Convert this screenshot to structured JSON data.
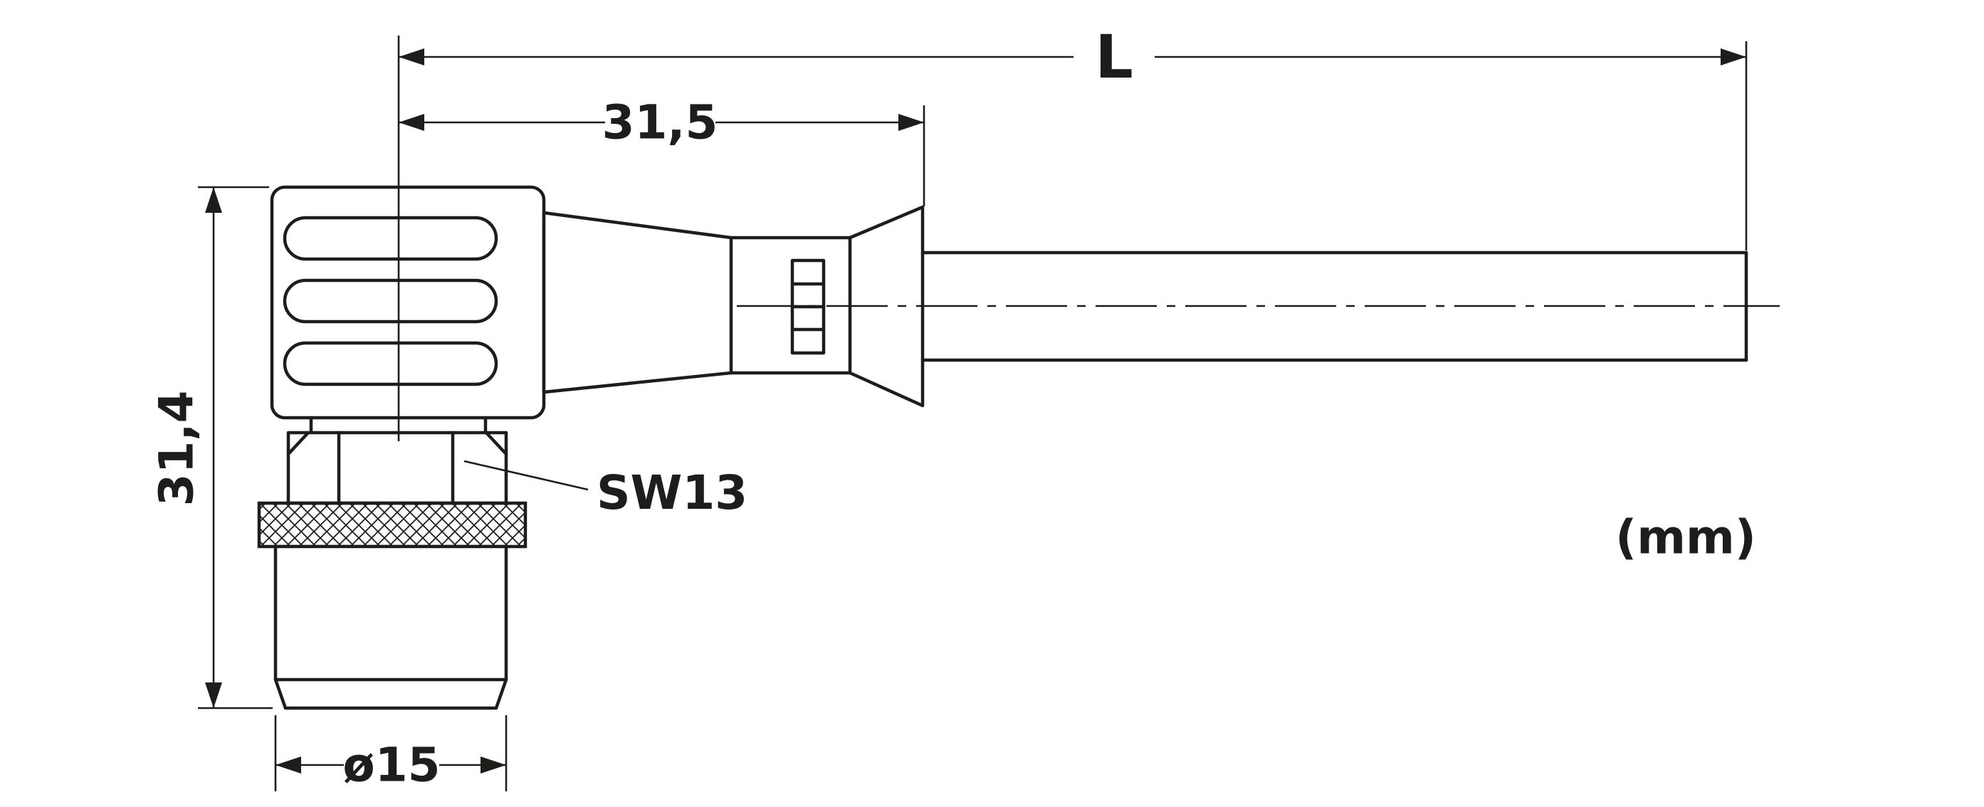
{
  "labels": {
    "overall_length": "L",
    "head_length": "31,5",
    "head_height": "31,4",
    "wrench_size": "SW13",
    "thread_diameter": "ø15",
    "units": "(mm)"
  },
  "colors": {
    "line": "#1d1d1b",
    "background": "#ffffff"
  }
}
